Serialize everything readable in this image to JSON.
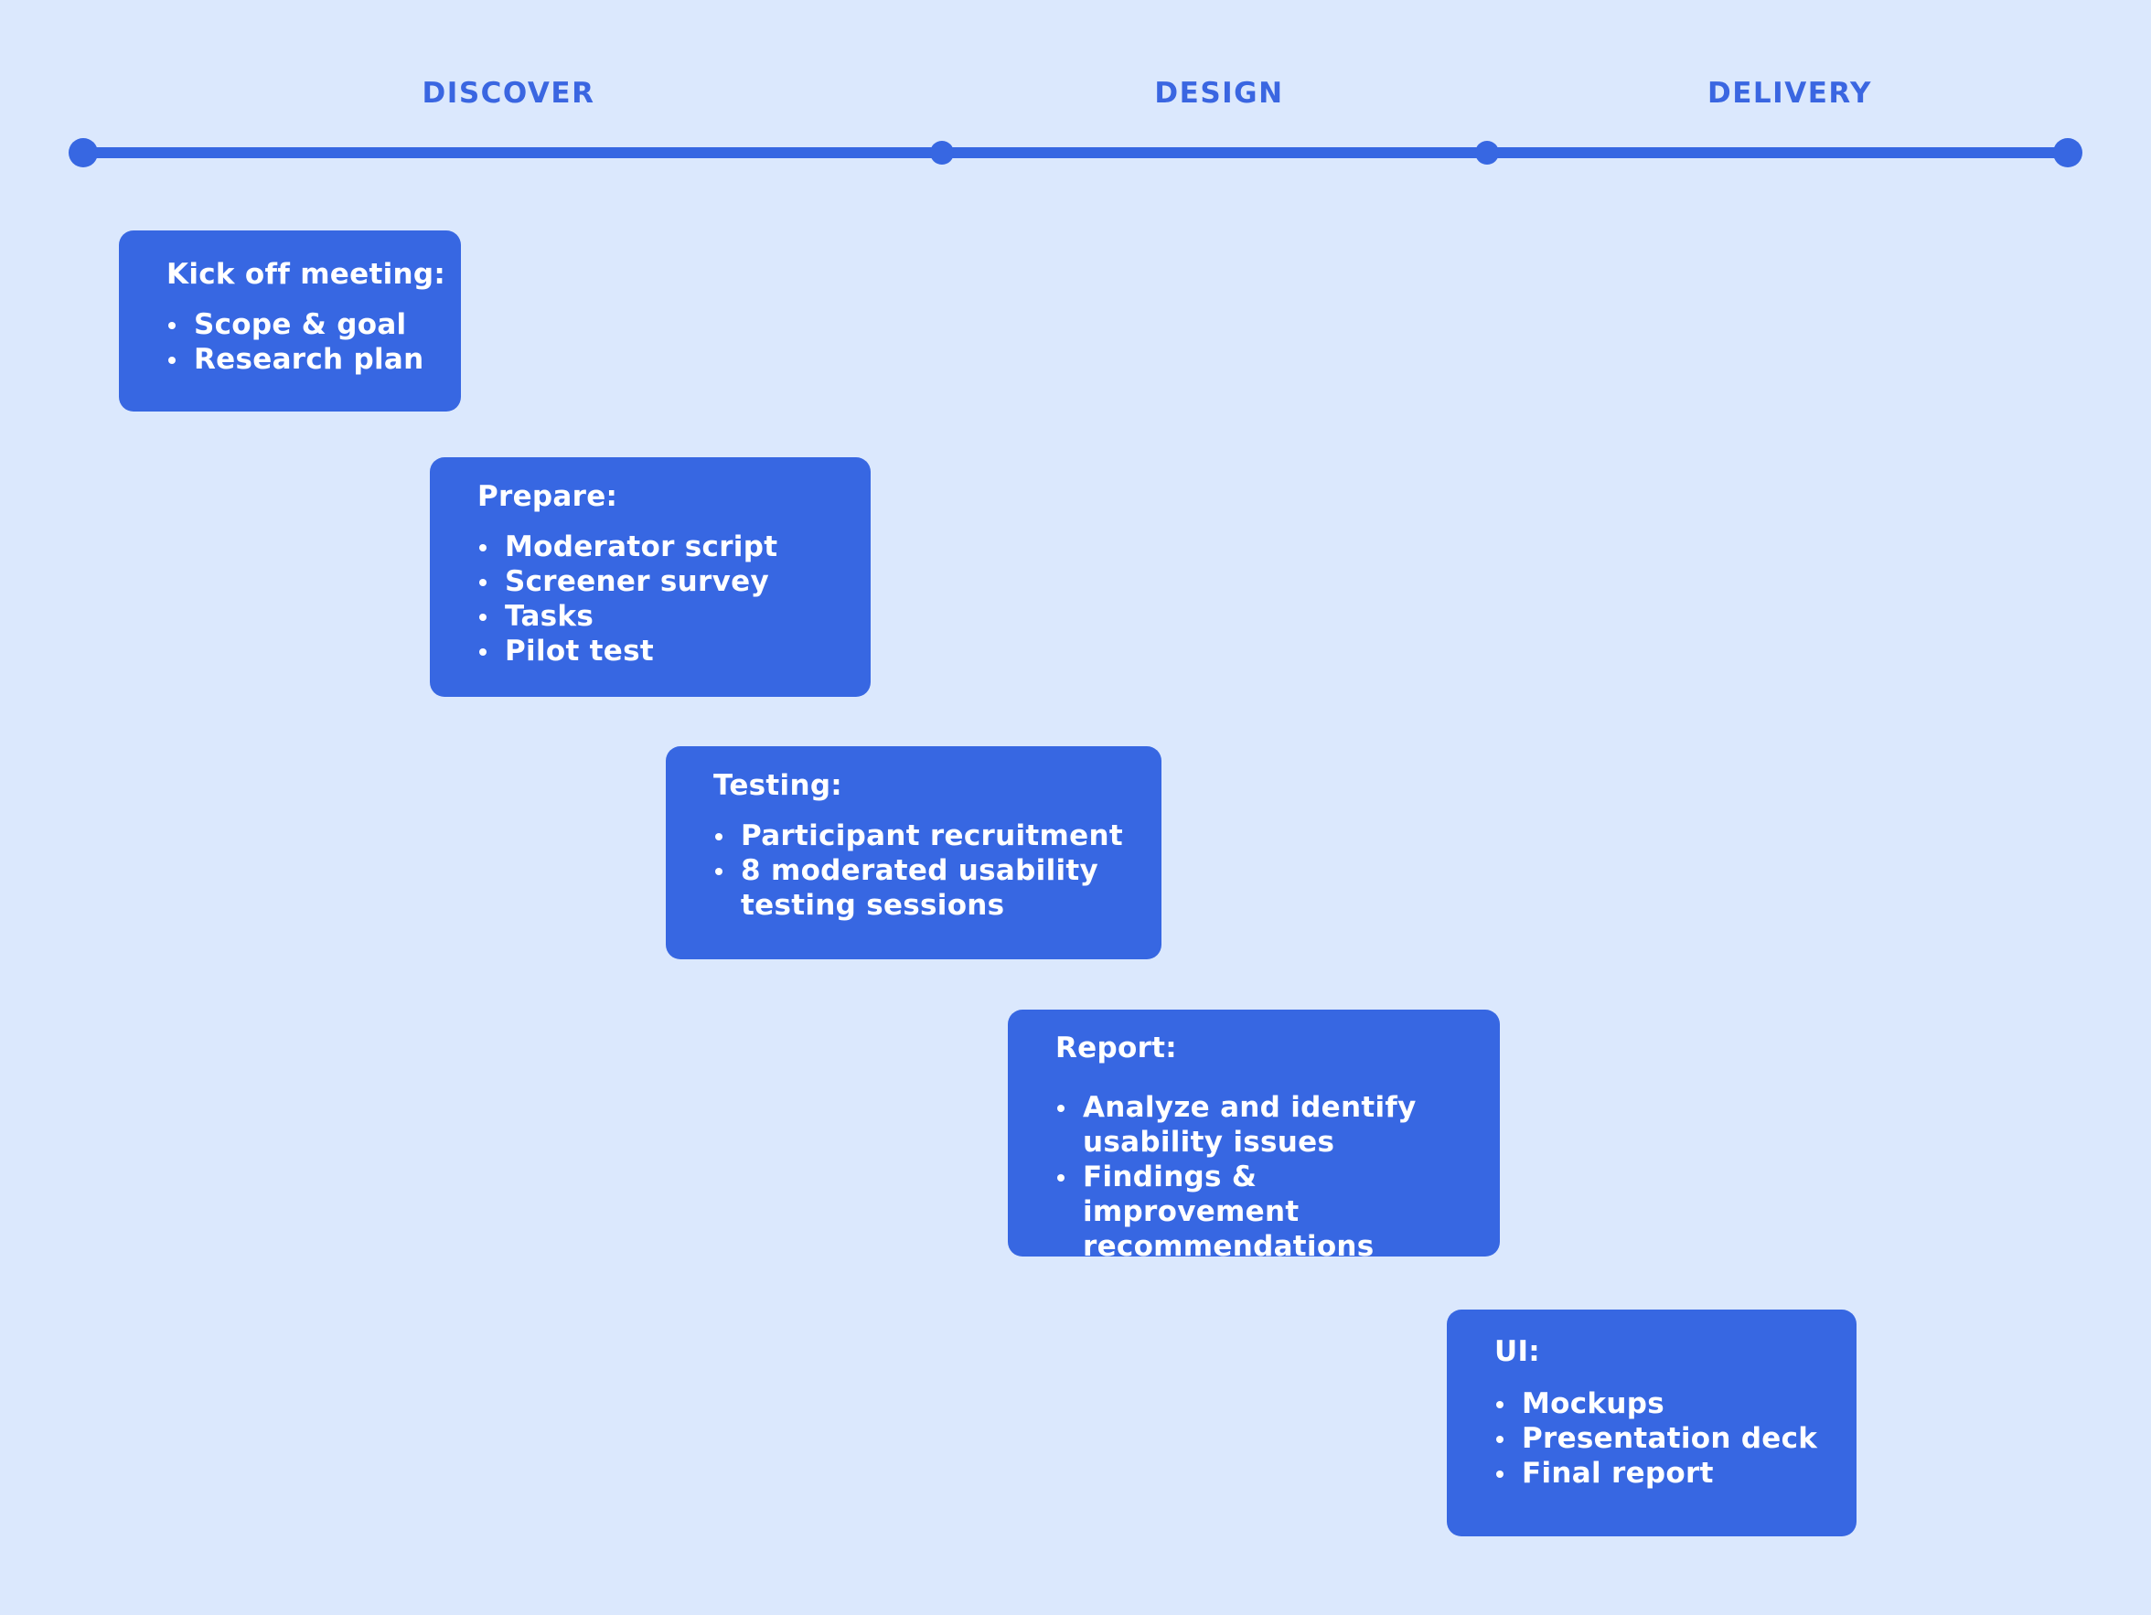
{
  "colors": {
    "background": "#dbe8fd",
    "accent": "#3767e2",
    "card_text": "#ffffff"
  },
  "phases": {
    "discover": "DISCOVER",
    "design": "DESIGN",
    "delivery": "DELIVERY"
  },
  "cards": [
    {
      "title": "Kick off meeting:",
      "items": [
        "Scope & goal",
        "Research plan"
      ]
    },
    {
      "title": "Prepare:",
      "items": [
        "Moderator script",
        "Screener survey",
        "Tasks",
        "Pilot test"
      ]
    },
    {
      "title": "Testing:",
      "items": [
        "Participant recruitment",
        "8 moderated usability\ntesting sessions"
      ]
    },
    {
      "title": "Report:",
      "items": [
        "Analyze and identify\nusability issues",
        "Findings & improvement\nrecommendations"
      ]
    },
    {
      "title": "UI:",
      "items": [
        "Mockups",
        "Presentation deck",
        "Final report"
      ]
    }
  ]
}
